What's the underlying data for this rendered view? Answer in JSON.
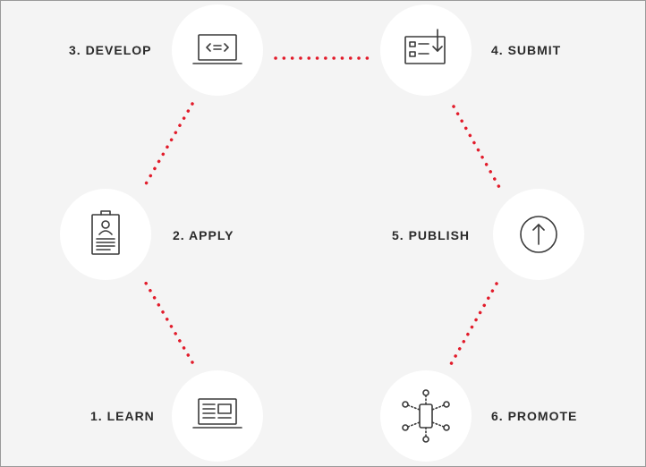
{
  "diagram": {
    "accent_color": "#e21b2a",
    "steps": [
      {
        "number": 1,
        "label": "1. LEARN",
        "icon": "laptop-document-icon"
      },
      {
        "number": 2,
        "label": "2. APPLY",
        "icon": "id-badge-icon"
      },
      {
        "number": 3,
        "label": "3. DEVELOP",
        "icon": "laptop-code-icon"
      },
      {
        "number": 4,
        "label": "4. SUBMIT",
        "icon": "form-submit-icon"
      },
      {
        "number": 5,
        "label": "5. PUBLISH",
        "icon": "upload-arrow-icon"
      },
      {
        "number": 6,
        "label": "6. PROMOTE",
        "icon": "phone-network-icon"
      }
    ]
  }
}
